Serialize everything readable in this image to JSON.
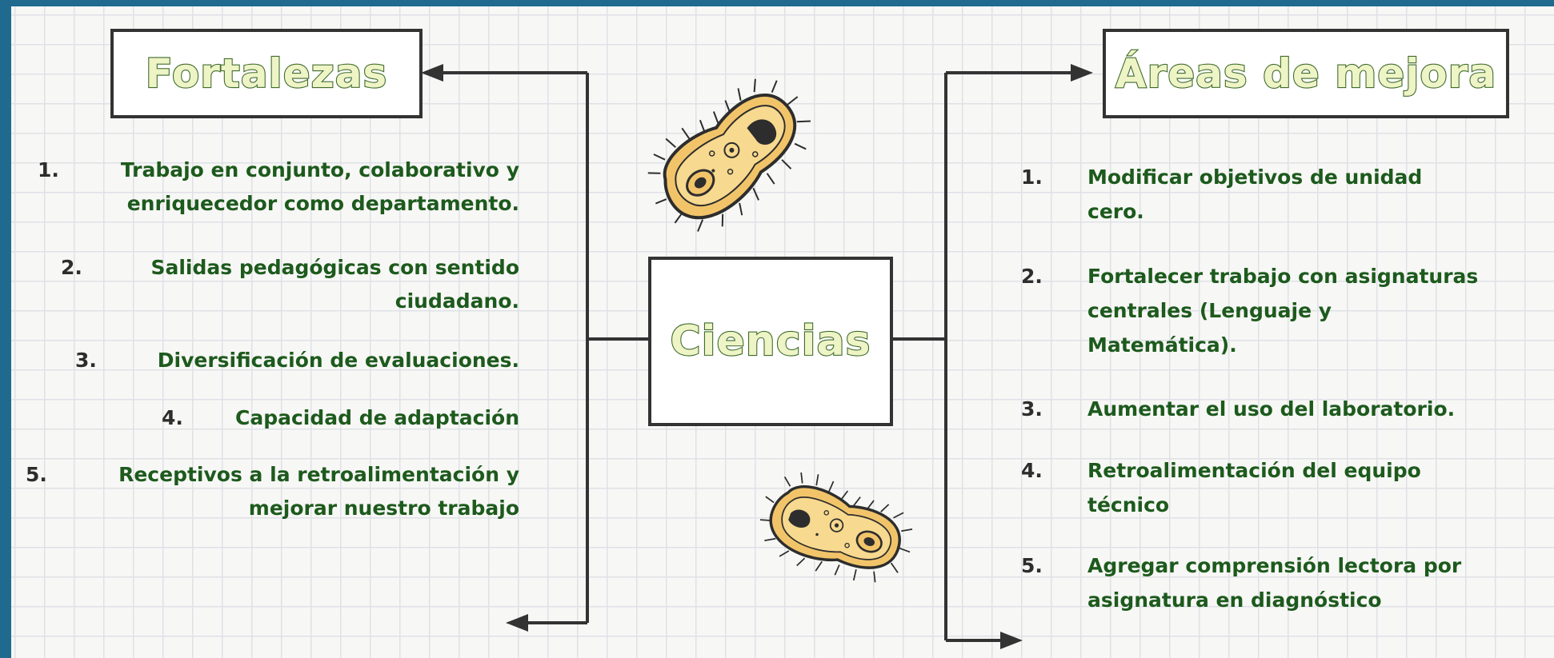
{
  "colors": {
    "frame": "#1f6a8e",
    "grid_background": "#f7f7f5",
    "title_fill": "#eef4c6",
    "title_outline": "#3f6b2c",
    "item_text": "#1d5a1d",
    "connector": "#333333"
  },
  "center": {
    "title": "Ciencias"
  },
  "strengths": {
    "title": "Fortalezas",
    "items": [
      {
        "num": "1.",
        "lines": [
          "Trabajo en conjunto, colaborativo y",
          "enriquecedor  como departamento."
        ]
      },
      {
        "num": "2.",
        "lines": [
          "Salidas pedagógicas con sentido",
          "ciudadano."
        ]
      },
      {
        "num": "3.",
        "lines": [
          "Diversificación de evaluaciones."
        ]
      },
      {
        "num": "4.",
        "lines": [
          "Capacidad de adaptación"
        ]
      },
      {
        "num": "5.",
        "lines": [
          "Receptivos a la retroalimentación y",
          "mejorar nuestro trabajo"
        ]
      }
    ]
  },
  "improvements": {
    "title": "Áreas de mejora",
    "items": [
      {
        "num": "1.",
        "lines": [
          "Modificar objetivos de unidad",
          "cero."
        ]
      },
      {
        "num": "2.",
        "lines": [
          "Fortalecer trabajo con asignaturas",
          "centrales (Lenguaje y",
          "Matemática)."
        ]
      },
      {
        "num": "3.",
        "lines": [
          "Aumentar el uso del laboratorio."
        ]
      },
      {
        "num": "4.",
        "lines": [
          "Retroalimentación del equipo",
          "técnico"
        ]
      },
      {
        "num": "5.",
        "lines": [
          "Agregar comprensión lectora por",
          "asignatura en diagnóstico"
        ]
      }
    ]
  },
  "decorations": [
    "microbe-icon",
    "microbe-icon"
  ]
}
